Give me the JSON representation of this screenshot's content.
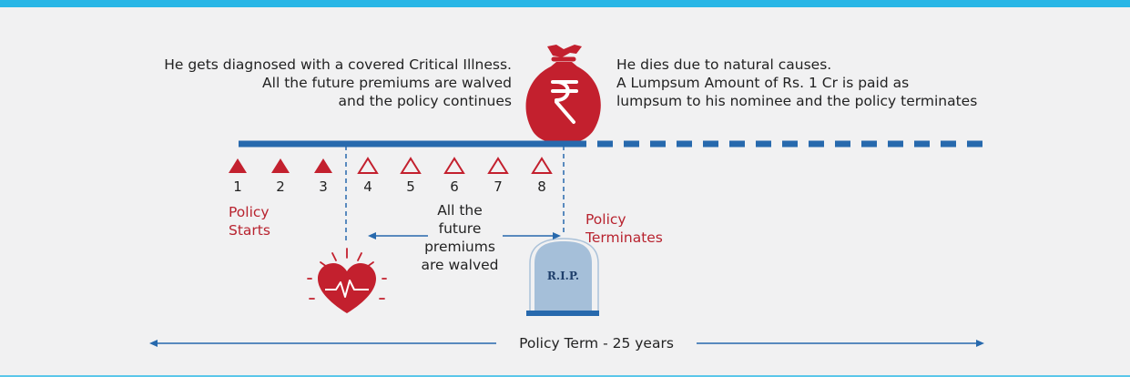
{
  "left_event": {
    "line1": "He gets diagnosed with a covered Critical Illness.",
    "line2": "All the future premiums are walved",
    "line3": "and the policy continues"
  },
  "right_event": {
    "line1": "He dies due to natural causes.",
    "line2": "A Lumpsum Amount of Rs. 1 Cr is paid as",
    "line3": "lumpsum to his nominee and the policy terminates"
  },
  "premium_years": [
    "1",
    "2",
    "3",
    "4",
    "5",
    "6",
    "7",
    "8"
  ],
  "policy_starts": {
    "line1": "Policy",
    "line2": "Starts"
  },
  "policy_terminates": {
    "line1": "Policy",
    "line2": "Terminates"
  },
  "waived_note": {
    "line1": "All the",
    "line2": "future",
    "line3": "premiums",
    "line4": "are walved"
  },
  "tombstone_text": "R.I.P.",
  "policy_term_label": "Policy Term - 25 years",
  "icons": {
    "money_bag": "money-bag-rupee-icon",
    "heart": "heartbeat-icon",
    "tombstone": "tombstone-icon"
  },
  "colors": {
    "accent_red": "#c3202e",
    "timeline_blue": "#2769ad",
    "top_bar": "#29b6e6",
    "background": "#f1f1f2"
  }
}
